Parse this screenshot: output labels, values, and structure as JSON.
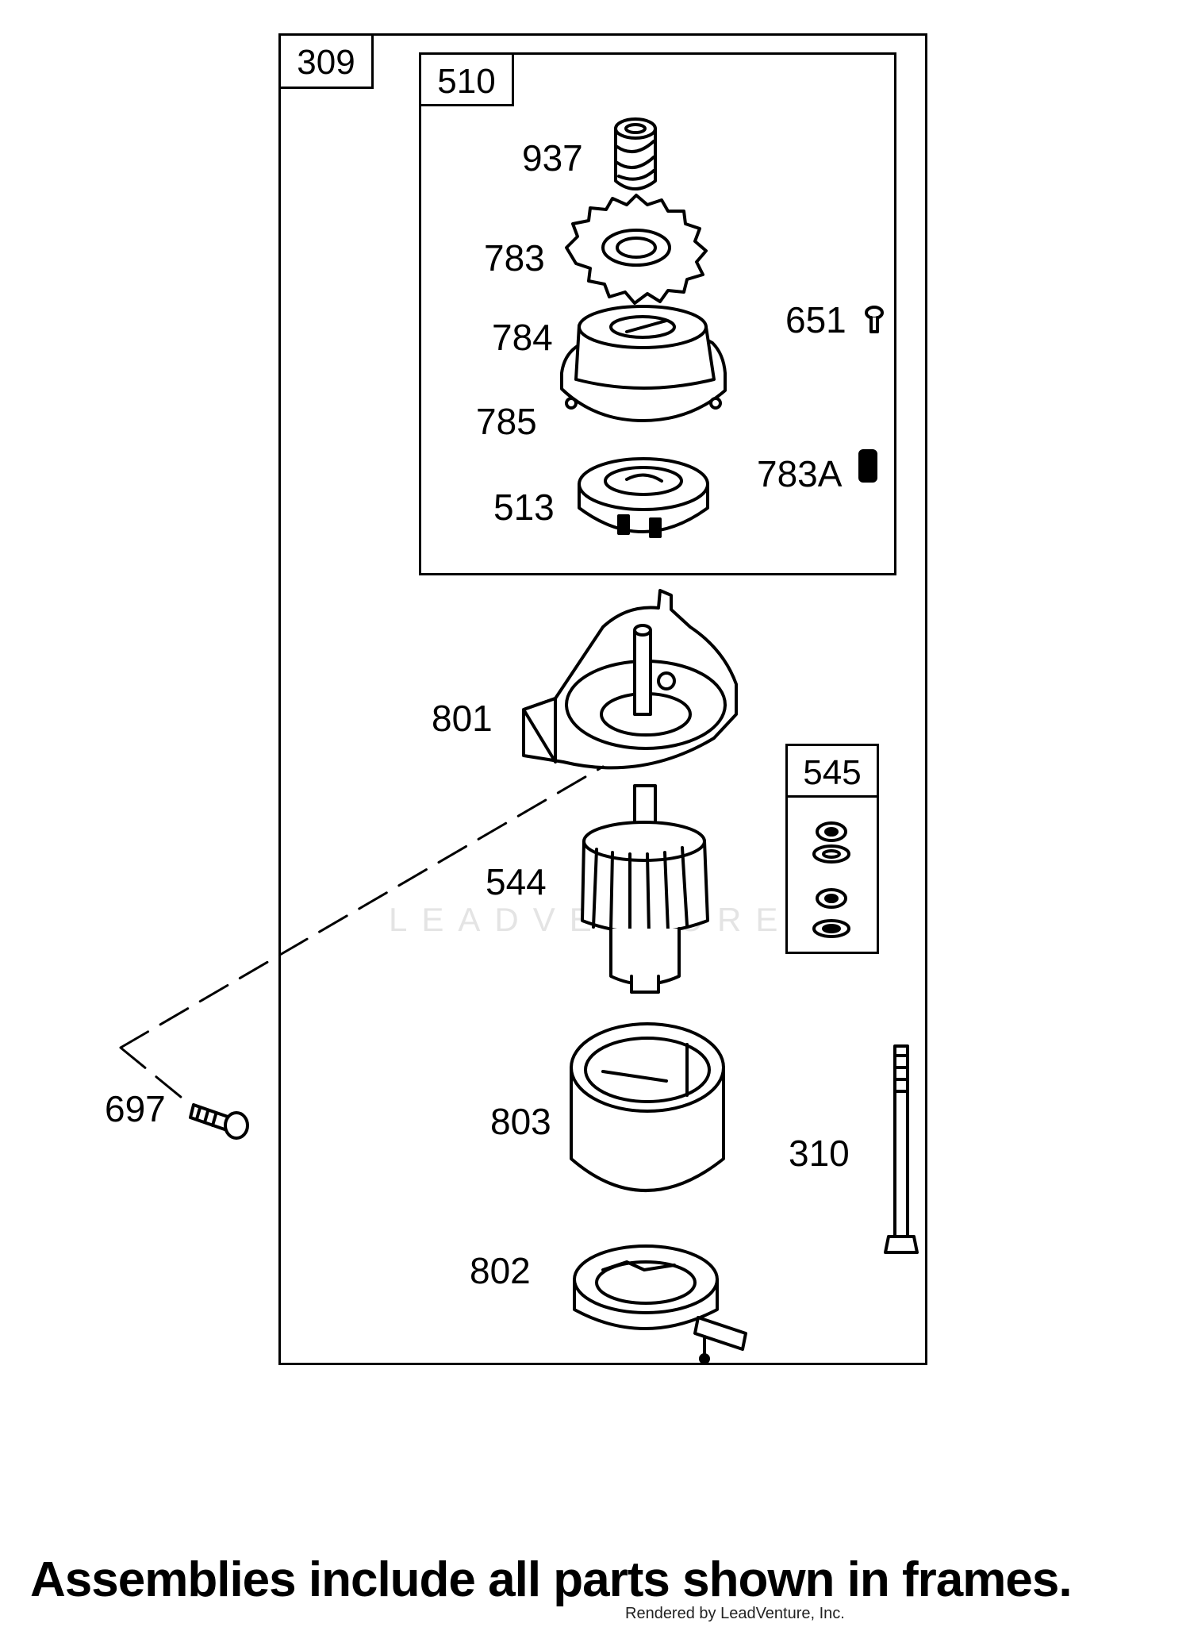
{
  "frames": {
    "outer": "309",
    "upper": "510",
    "side": "545"
  },
  "parts": {
    "p937": "937",
    "p783": "783",
    "p784": "784",
    "p785": "785",
    "p513": "513",
    "p651": "651",
    "p783a": "783A",
    "p801": "801",
    "p544": "544",
    "p697": "697",
    "p803": "803",
    "p310": "310",
    "p802": "802"
  },
  "watermark": "LEADVENTURE",
  "footer": {
    "note": "Assemblies include all parts shown in frames.",
    "credit": "Rendered by LeadVenture, Inc."
  },
  "colors": {
    "line": "#000000",
    "background": "#ffffff",
    "watermark": "#e4e4e4"
  }
}
